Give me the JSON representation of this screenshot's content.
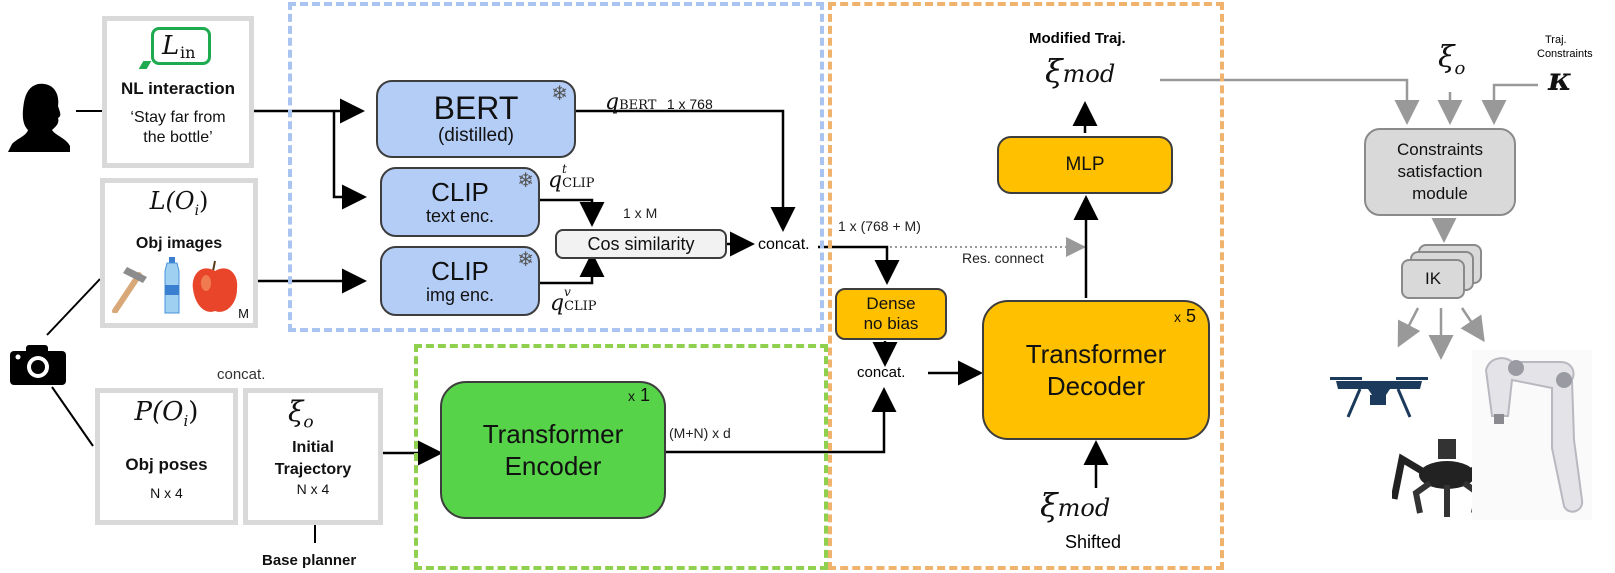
{
  "inputs": {
    "nl": {
      "symbol_main": "L",
      "symbol_sub": "in",
      "title": "NL interaction",
      "quote_line1": "‘Stay far from",
      "quote_line2": "the bottle’"
    },
    "obj_images": {
      "symbol": "L(O",
      "symbol_sub": "i",
      "symbol_end": ")",
      "title": "Obj images",
      "count_label": "M",
      "items": [
        "hammer",
        "water bottle",
        "apple"
      ]
    },
    "obj_poses": {
      "symbol": "P(O",
      "symbol_sub": "i",
      "symbol_end": ")",
      "title": "Obj poses",
      "dims": "N x 4"
    },
    "initial_traj": {
      "symbol": "ξ",
      "symbol_sub": "o",
      "title_line1": "Initial",
      "title_line2": "Trajectory",
      "dims": "N x 4"
    },
    "concat_top_label": "concat.",
    "base_planner_label": "Base planner"
  },
  "language_block": {
    "bert": {
      "title": "BERT",
      "subtitle": "(distilled)",
      "frozen": true
    },
    "clip_text": {
      "title": "CLIP",
      "subtitle": "text enc.",
      "frozen": true
    },
    "clip_img": {
      "title": "CLIP",
      "subtitle": "img enc.",
      "frozen": true
    },
    "cos_sim": "Cos similarity",
    "q_bert": "q",
    "q_bert_sub": "BERT",
    "bert_dims": "1 x 768",
    "q_clip_t": "q",
    "q_clip_t_sup": "t",
    "q_clip_t_sub": "CLIP",
    "q_clip_v": "q",
    "q_clip_v_sup": "v",
    "q_clip_v_sub": "CLIP",
    "cos_dims": "1 x M",
    "concat_label": "concat."
  },
  "encoder_block": {
    "title_line1": "Transformer",
    "title_line2": "Encoder",
    "repeat": "x",
    "repeat_n": "1",
    "output_dims": "(M+N) x d"
  },
  "decoder_block": {
    "concat_dims": "1 x (768 + M)",
    "res_connect": "Res. connect",
    "dense_line1": "Dense",
    "dense_line2": "no bias",
    "concat_label": "concat.",
    "decoder_line1": "Transformer",
    "decoder_line2": "Decoder",
    "repeat": "x",
    "repeat_n": "5",
    "mlp": "MLP",
    "output_title": "Modified Traj.",
    "output_symbol": "ξ",
    "output_sub": "mod",
    "shifted_symbol": "ξ",
    "shifted_sub": "mod",
    "shifted_label": "Shifted"
  },
  "post_processing": {
    "xi_o": "ξ",
    "xi_o_sub": "o",
    "constraints_label_line1": "Traj.",
    "constraints_label_line2": "Constraints",
    "kappa": "κ",
    "csm_line1": "Constraints",
    "csm_line2": "satisfaction",
    "csm_line3": "module",
    "ik": "IK",
    "robots": [
      "drone",
      "hexapod",
      "robot arm"
    ]
  },
  "colors": {
    "language_region": "#a9c4f0",
    "encoder_region": "#8fd14f",
    "decoder_region": "#f0b36e",
    "frozen_block": "#b3cdf6",
    "decoder_block": "#ffc000",
    "encoder_fill": "#57d34a",
    "post_block": "#d9d9d9"
  }
}
